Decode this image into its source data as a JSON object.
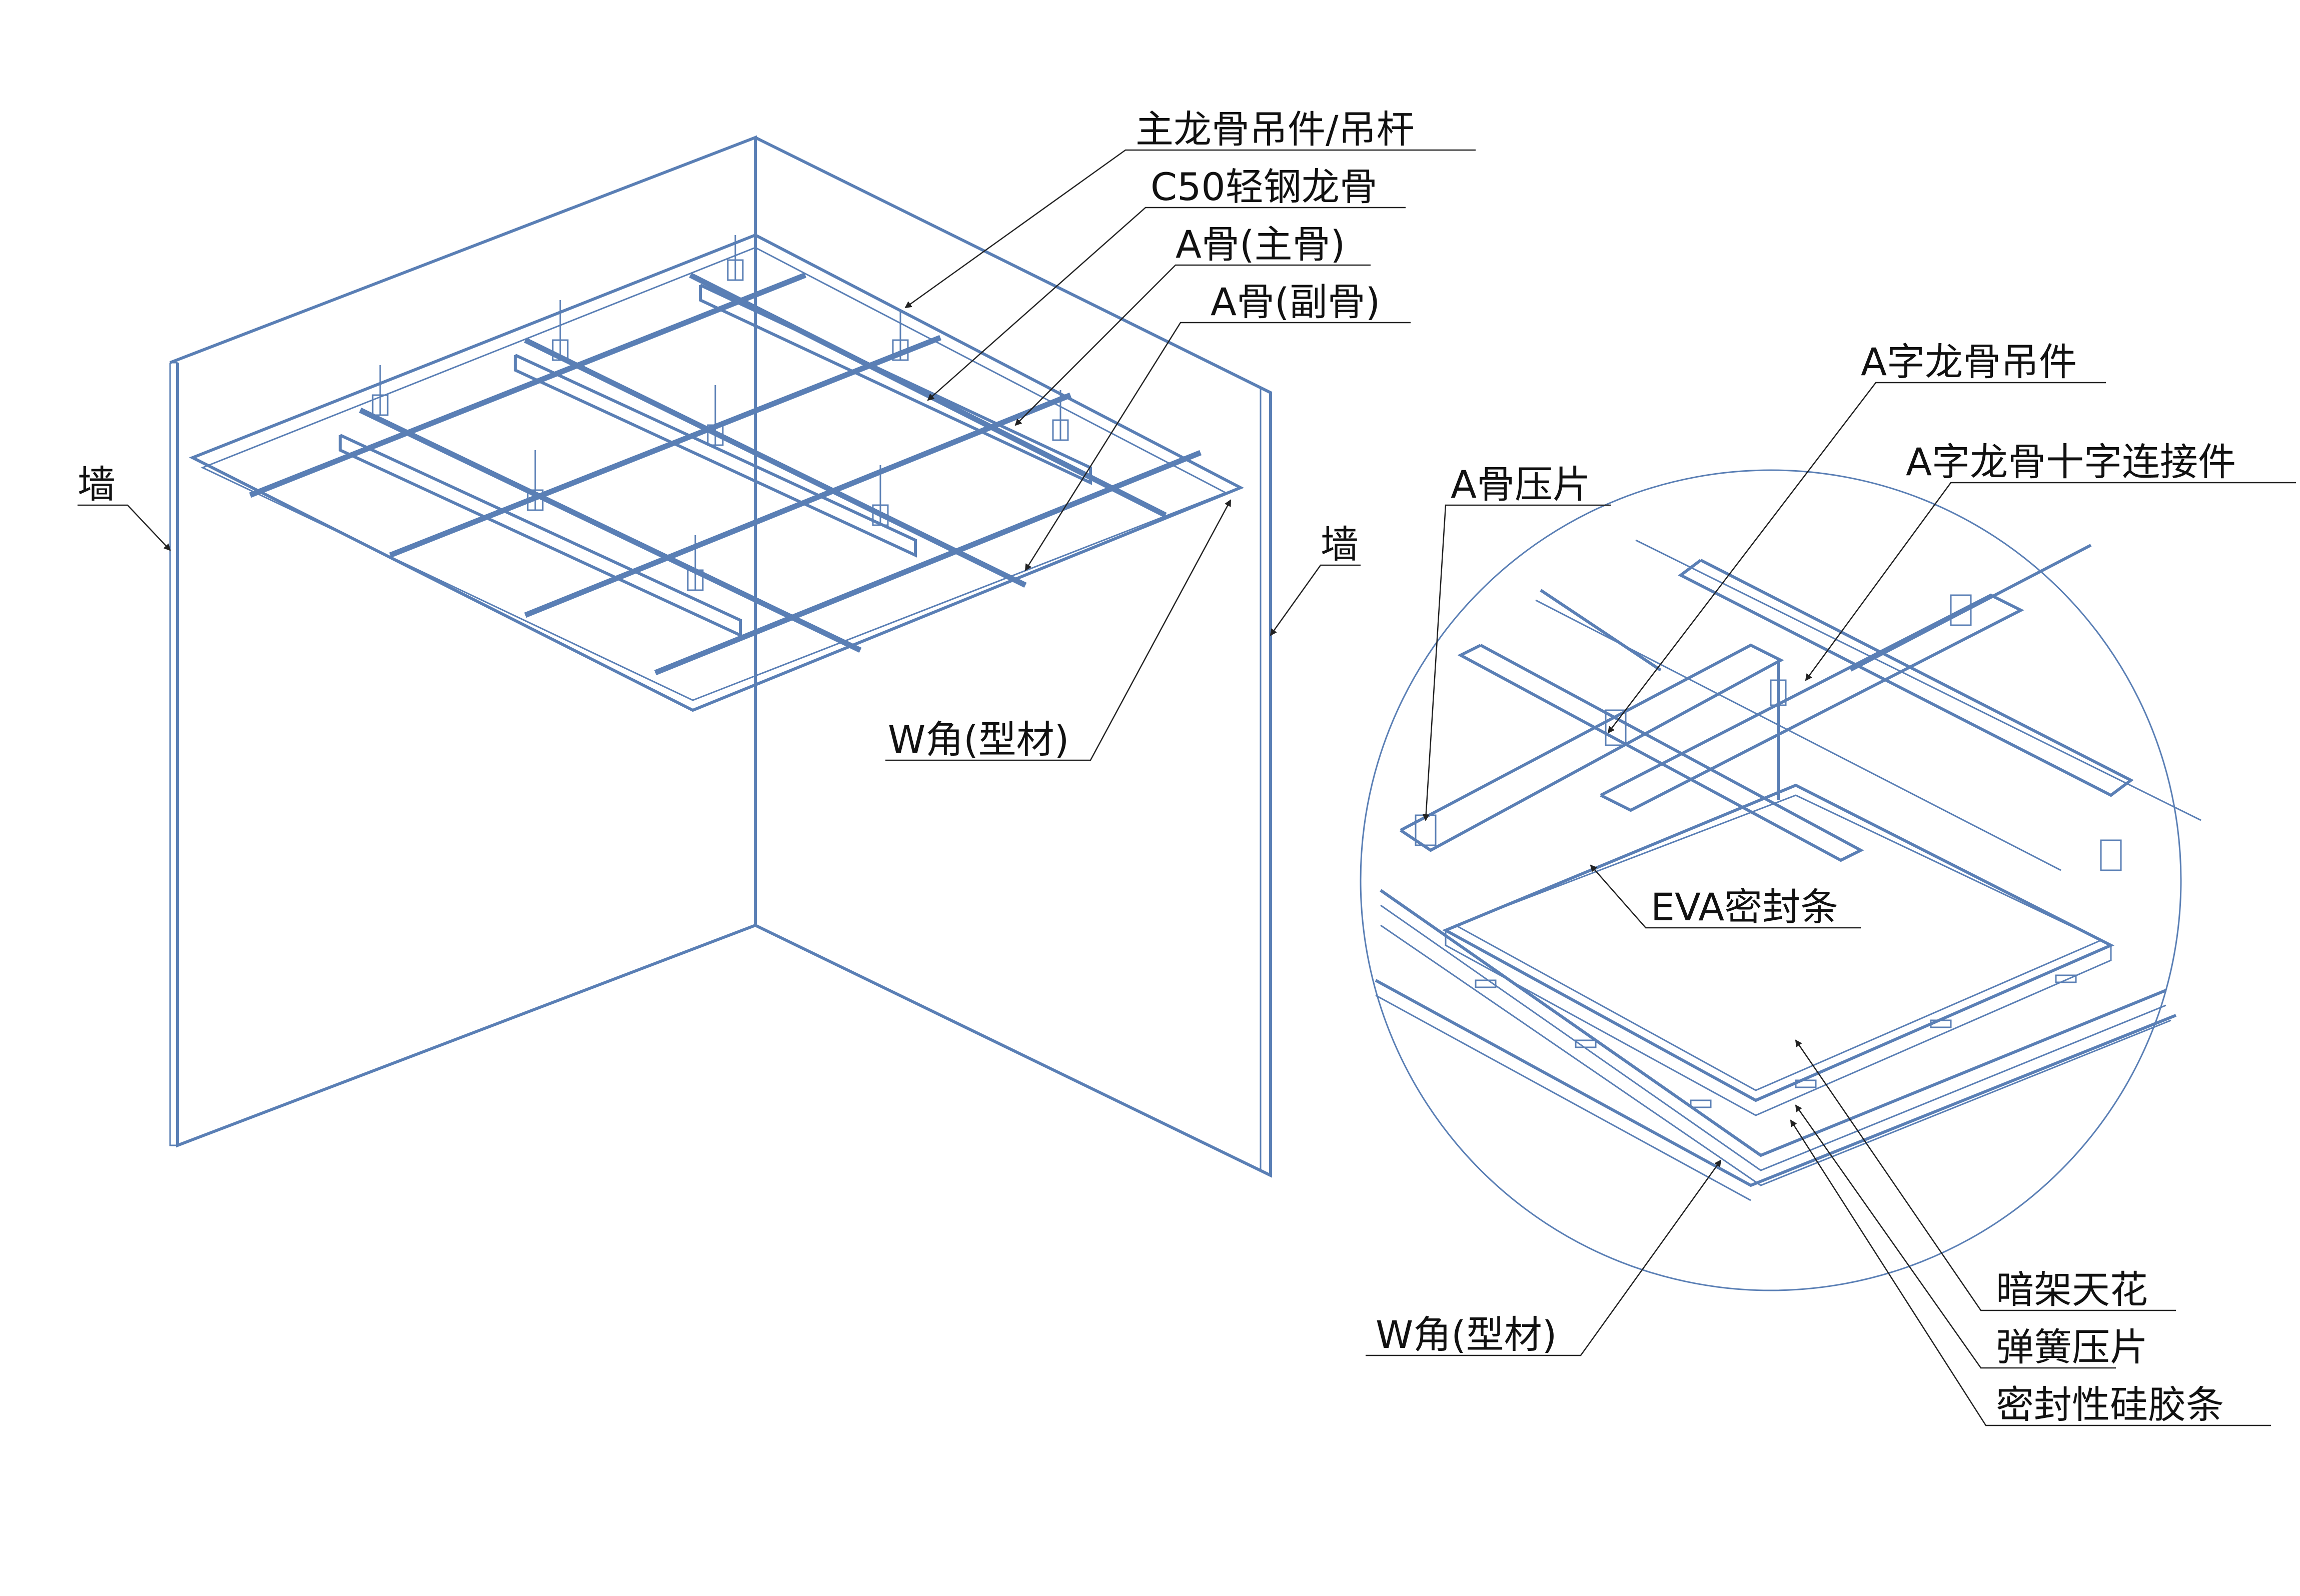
{
  "labels": {
    "main_hanger": "主龙骨吊件/吊杆",
    "c50_keel": "C50轻钢龙骨",
    "a_main": "A骨(主骨)",
    "a_sub": "A骨(副骨)",
    "wall_left": "墙",
    "wall_right": "墙",
    "w_angle_left": "W角(型材)",
    "a_hanger": "A字龙骨吊件",
    "a_press": "A骨压片",
    "a_cross": "A字龙骨十字连接件",
    "eva_seal": "EVA密封条",
    "concealed_ceiling": "暗架天花",
    "spring_clip": "弹簧压片",
    "silicone_strip": "密封性硅胶条",
    "w_angle_right": "W角(型材)"
  },
  "colors": {
    "line": "#5a7fb5",
    "text": "#111111",
    "leader": "#222222"
  }
}
